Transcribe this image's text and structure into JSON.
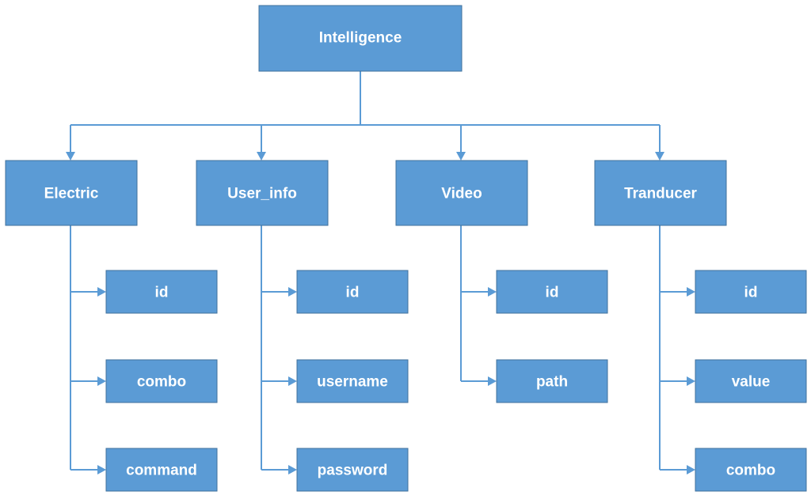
{
  "root": {
    "label": "Intelligence"
  },
  "categories": [
    {
      "label": "Electric",
      "fields": [
        "id",
        "combo",
        "command"
      ]
    },
    {
      "label": "User_info",
      "fields": [
        "id",
        "username",
        "password"
      ]
    },
    {
      "label": "Video",
      "fields": [
        "id",
        "path"
      ]
    },
    {
      "label": "Tranducer",
      "fields": [
        "id",
        "value",
        "combo"
      ]
    }
  ]
}
